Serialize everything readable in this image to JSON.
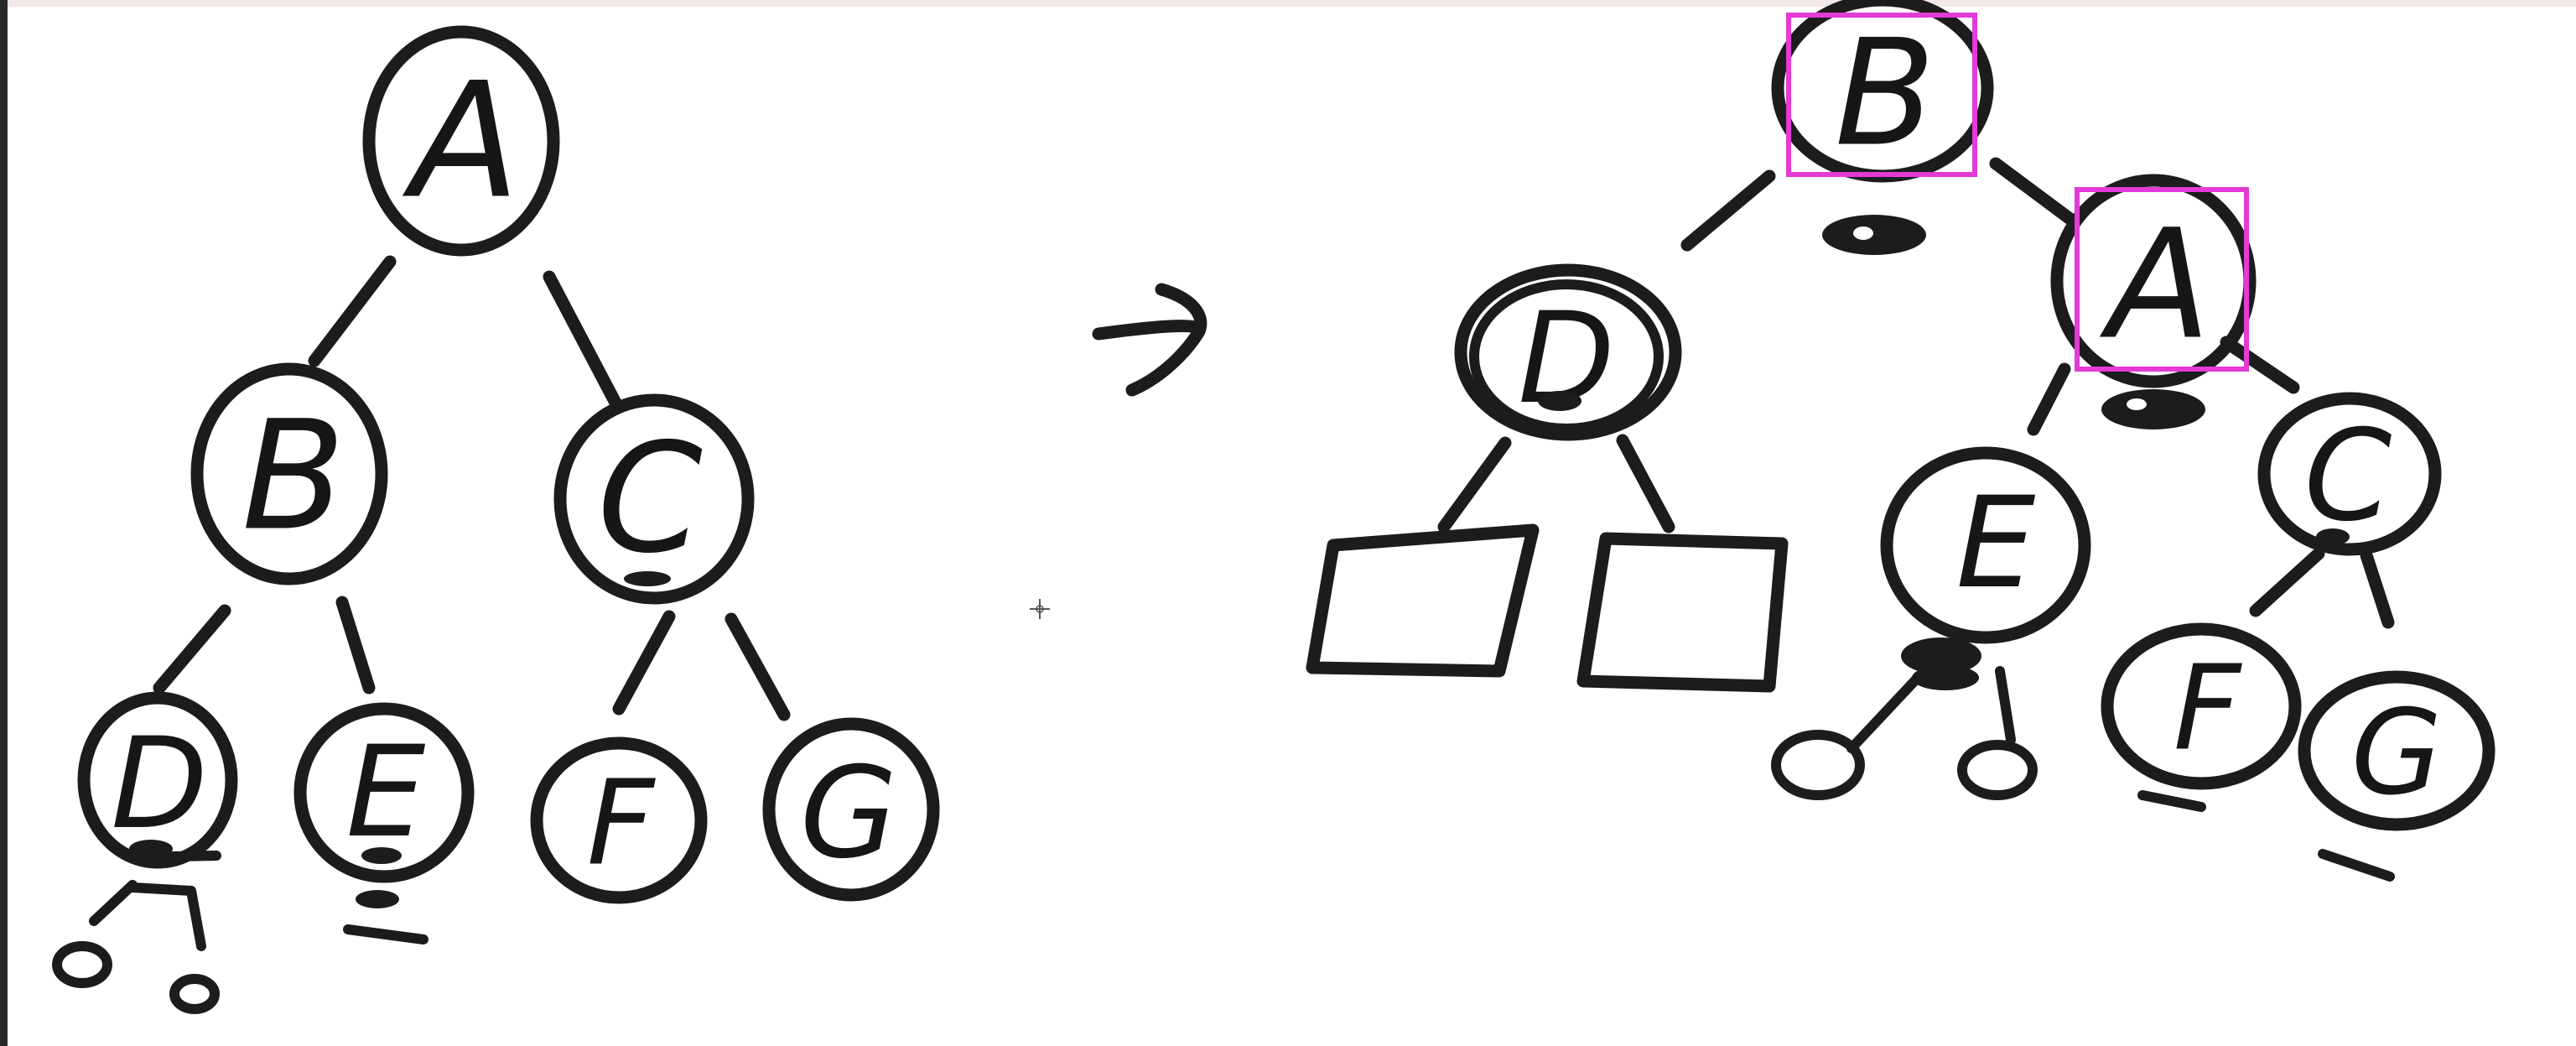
{
  "diagram": {
    "before_tree": {
      "nodes": [
        {
          "id": "A",
          "label": "A"
        },
        {
          "id": "B",
          "label": "B"
        },
        {
          "id": "C",
          "label": "C"
        },
        {
          "id": "D",
          "label": "D"
        },
        {
          "id": "E",
          "label": "E"
        },
        {
          "id": "F",
          "label": "F"
        },
        {
          "id": "G",
          "label": "G"
        }
      ],
      "edges": [
        [
          "A",
          "B"
        ],
        [
          "A",
          "C"
        ],
        [
          "B",
          "D"
        ],
        [
          "B",
          "E"
        ],
        [
          "C",
          "F"
        ],
        [
          "C",
          "G"
        ]
      ]
    },
    "arrow": "→",
    "after_tree": {
      "nodes": [
        {
          "id": "B",
          "label": "B",
          "highlighted": true
        },
        {
          "id": "D",
          "label": "D"
        },
        {
          "id": "A",
          "label": "A",
          "highlighted": true
        },
        {
          "id": "E",
          "label": "E"
        },
        {
          "id": "C",
          "label": "C"
        },
        {
          "id": "F",
          "label": "F"
        },
        {
          "id": "G",
          "label": "G"
        }
      ],
      "edges": [
        [
          "B",
          "D"
        ],
        [
          "B",
          "A"
        ],
        [
          "A",
          "E"
        ],
        [
          "A",
          "C"
        ],
        [
          "C",
          "F"
        ],
        [
          "C",
          "G"
        ]
      ],
      "placeholder_leaves": 2
    },
    "colors": {
      "ink": "#1c1c1c",
      "highlight": "#e43ad6",
      "background": "#ffffff"
    },
    "cursor_icon": "crosshair-icon"
  }
}
